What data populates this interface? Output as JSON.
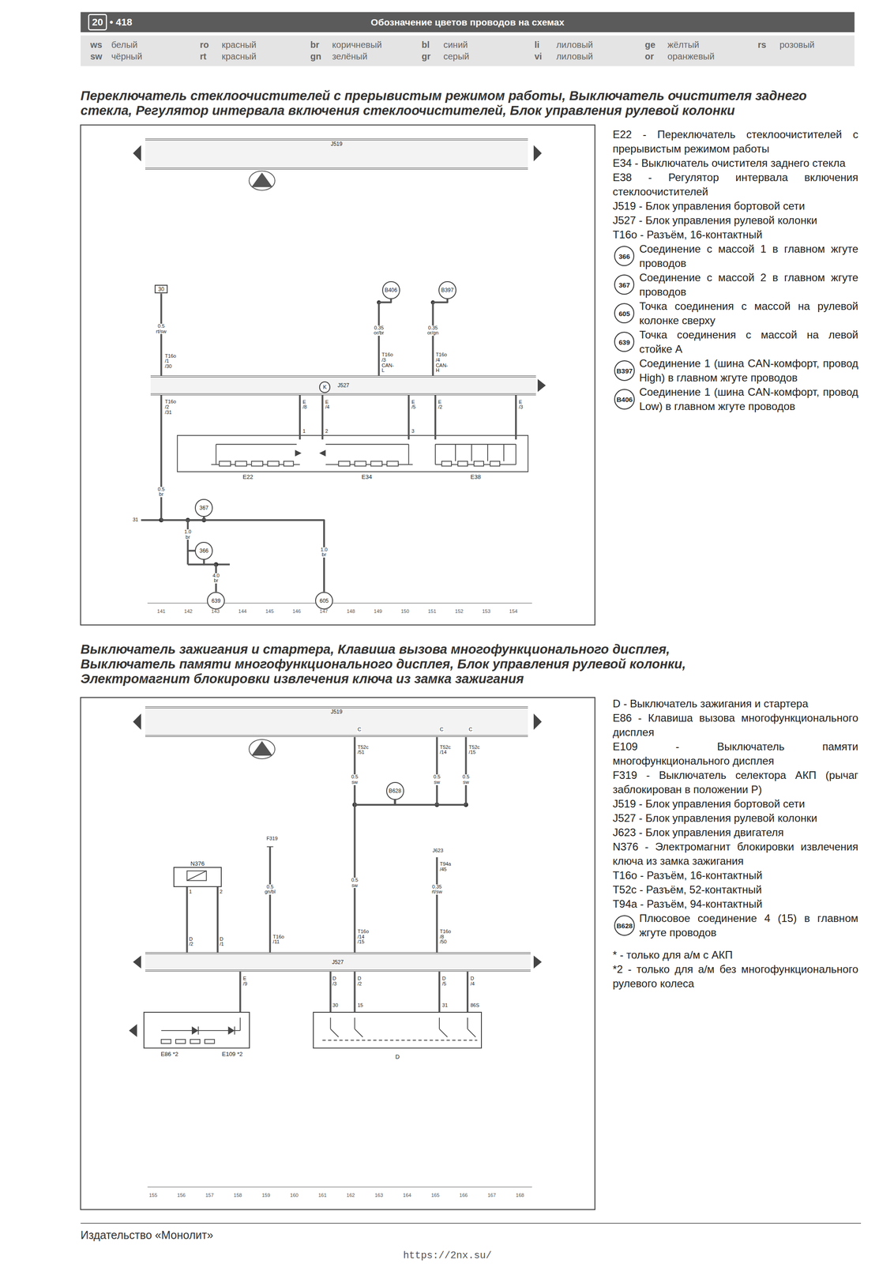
{
  "diagram": {
    "title": "Обозначение цветов проводов на схемах",
    "nodes": [
      {
        "text": [
          "J519"
        ]
      },
      {
        "text": [
          "B406"
        ]
      },
      {
        "text": [
          "B397"
        ]
      },
      {
        "text": [
          "30"
        ]
      },
      {
        "text": [
          "J527"
        ]
      },
      {
        "text": [
          "K"
        ],
        "in": 4
      },
      {
        "text": [
          "E22"
        ]
      },
      {
        "text": [
          "E34"
        ]
      },
      {
        "text": [
          "E38"
        ]
      },
      {
        "text": [
          "367"
        ]
      },
      {
        "text": [
          "366"
        ]
      },
      {
        "text": [
          "639"
        ]
      },
      {
        "text": [
          "605"
        ]
      },
      {
        "text": [
          "366"
        ]
      },
      {
        "text": [
          "367"
        ]
      },
      {
        "text": [
          "605"
        ]
      },
      {
        "text": [
          "639"
        ]
      },
      {
        "text": [
          "B397"
        ]
      },
      {
        "text": [
          "B406"
        ]
      },
      {
        "text": [
          "J519"
        ]
      },
      {
        "text": [
          "B628"
        ]
      },
      {
        "text": [
          "N376"
        ]
      },
      {
        "text": [
          "J527"
        ]
      },
      {
        "text": [
          "E86 *2",
          "E109 *2"
        ]
      },
      {
        "text": [
          "D"
        ]
      },
      {
        "text": [
          "B628"
        ]
      }
    ],
    "edges": [
      {
        "from": 3,
        "to": 4,
        "arrow": "none"
      },
      {
        "from": 1,
        "to": 4,
        "arrow": "none"
      },
      {
        "from": 2,
        "to": 4,
        "arrow": "none"
      },
      {
        "from": 4,
        "to": 6,
        "arrow": "none"
      },
      {
        "from": 4,
        "to": 7,
        "arrow": "none"
      },
      {
        "from": 4,
        "to": 7,
        "arrow": "none"
      },
      {
        "from": 4,
        "to": 8,
        "arrow": "none"
      },
      {
        "from": 4,
        "to": 8,
        "arrow": "none"
      },
      {
        "from": 4,
        "to": 9,
        "arrow": "none"
      },
      {
        "from": 9,
        "to": 10,
        "arrow": "none"
      },
      {
        "from": 10,
        "to": 11,
        "arrow": "none"
      },
      {
        "from": 9,
        "to": 12,
        "arrow": "none"
      },
      {
        "from": 19,
        "to": 20,
        "arrow": "none"
      },
      {
        "from": 19,
        "to": 20,
        "arrow": "none"
      },
      {
        "from": 19,
        "to": 20,
        "arrow": "none"
      },
      {
        "from": 20,
        "to": 22,
        "arrow": "none"
      },
      {
        "from": 21,
        "to": 22,
        "arrow": "none"
      },
      {
        "from": 21,
        "to": 22,
        "arrow": "none"
      },
      {
        "from": 22,
        "to": 23,
        "arrow": "none"
      },
      {
        "from": 22,
        "to": 24,
        "arrow": "none"
      },
      {
        "from": 22,
        "to": 24,
        "arrow": "none"
      },
      {
        "from": 22,
        "to": 24,
        "arrow": "none"
      },
      {
        "from": 22,
        "to": 24,
        "arrow": "none"
      }
    ],
    "labels": [
      "20",
      "• 418",
      "ws",
      "белый",
      "sw",
      "чёрный",
      "ro",
      "красный",
      "rt",
      "красный",
      "br",
      "коричневый",
      "gn",
      "зелёный",
      "bl",
      "синий",
      "gr",
      "серый",
      "li",
      "лиловый",
      "vi",
      "лиловый",
      "ge",
      "жёлтый",
      "or",
      "оранжевый",
      "rs",
      "розовый",
      "Переключатель стеклоочистителей с прерывистым режимом работы, Выключатель очистителя заднего стекла, Регулятор интервала включения стеклоочистителей, Блок управления рулевой колонки",
      "Выключатель зажигания и стартера, Клавиша вызова многофункционального дисплея, Выключатель памяти многофункционального дисплея, Блок управления рулевой колонки, Электромагнит блокировки извлечения ключа из замка зажигания",
      "0.5 rt/sw",
      "T16o /1 /30",
      "T16o /2 /31",
      "0.5 br",
      "31",
      "1.0 br",
      "4.0 br",
      "1.0 br",
      "0.35 or/br",
      "T16o /3 CAN-L",
      "0.35 or/gn",
      "T16o /4 CAN-H",
      "E /8",
      "E /4",
      "E /5",
      "E /2",
      "E /3",
      "1",
      "2",
      "3",
      "141",
      "142",
      "143",
      "144",
      "145",
      "146",
      "147",
      "148",
      "149",
      "150",
      "151",
      "152",
      "153",
      "154",
      "E22 - Переключатель стеклоочистителей с прерывистым режимом работы",
      "E34 - Выключатель очистителя заднего стекла",
      "E38 - Регулятор интервала включения стеклоочистителей",
      "J519 - Блок управления бортовой сети",
      "J527 - Блок управления рулевой колонки",
      "T16o - Разъём, 16-контактный",
      "Соединение с массой 1 в главном жгуте проводов",
      "Соединение с массой 2 в главном жгуте проводов",
      "Точка соединения с массой на рулевой колонке сверху",
      "Точка соединения с массой на левой стойке А",
      "Соединение 1 (шина CAN-комфорт, провод High) в главном жгуте проводов",
      "Соединение 1 (шина CAN-комфорт, провод Low) в главном жгуте проводов",
      "T52c /51",
      "0.5 sw",
      "T52c /14",
      "0.5 sw",
      "T52c /15",
      "0.5 sw",
      "C",
      "C",
      "C",
      "F319",
      "0.5 gn/bl",
      "T16o /11",
      "J623",
      "T94a /45",
      "0.35 rt/sw",
      "T16o /8 /50",
      "0.5 sw",
      "T16o /14 /15",
      "1",
      "2",
      "D /2",
      "D /1",
      "E /9",
      "D /3",
      "D /2",
      "D /5",
      "D /4",
      "30",
      "15",
      "31",
      "86S",
      "155",
      "156",
      "157",
      "158",
      "159",
      "160",
      "161",
      "162",
      "163",
      "164",
      "165",
      "166",
      "167",
      "168",
      "D - Выключатель зажигания и стартера",
      "E86 - Клавиша вызова многофункционального дисплея",
      "E109 - Выключатель памяти многофункционального дисплея",
      "F319 - Выключатель селектора АКП (рычаг заблокирован в положении Р)",
      "J519 - Блок управления бортовой сети",
      "J527 - Блок управления рулевой колонки",
      "J623 - Блок управления двигателя",
      "N376 - Электромагнит блокировки извлечения ключа из замка зажигания",
      "T16o - Разъём, 16-контактный",
      "T52c - Разъём, 52-контактный",
      "T94a - Разъём, 94-контактный",
      "Плюсовое соединение 4 (15) в главном жгуте проводов",
      "* - только для а/м с АКП",
      "*2 - только для а/м без многофункционального рулевого колеса",
      "Издательство «Монолит»",
      "https://2nx.su/"
    ]
  }
}
